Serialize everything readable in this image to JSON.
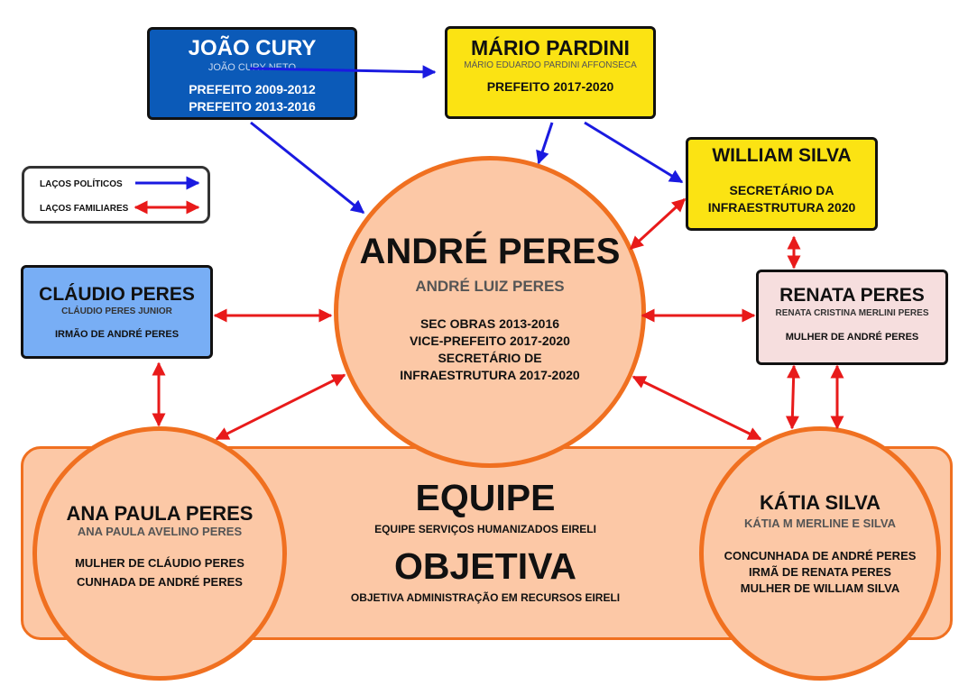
{
  "legend": {
    "political_label": "LAÇOS POLÍTICOS",
    "family_label": "LAÇOS FAMILIARES"
  },
  "colors": {
    "political_arrow": "#1a1ae0",
    "family_arrow": "#e81a1a",
    "joao_box": "#0b5ab8",
    "mario_box": "#fbe313",
    "william_box": "#fbe313",
    "claudio_box": "#78aef5",
    "renata_box": "#f6dede",
    "circle_fill": "#fcc8a6",
    "circle_border": "#f07020"
  },
  "nodes": {
    "joao": {
      "name": "JOÃO CURY",
      "full_name": "JOÃO CURY NETO",
      "roles": [
        "PREFEITO 2009-2012",
        "PREFEITO 2013-2016"
      ]
    },
    "mario": {
      "name": "MÁRIO PARDINI",
      "full_name": "MÁRIO EDUARDO PARDINI AFFONSECA",
      "roles": [
        "PREFEITO 2017-2020"
      ]
    },
    "william": {
      "name": "WILLIAM SILVA",
      "roles": [
        "SECRETÁRIO DA",
        "INFRAESTRUTURA 2020"
      ]
    },
    "claudio": {
      "name": "CLÁUDIO PERES",
      "full_name": "CLÁUDIO PERES JUNIOR",
      "roles": [
        "IRMÃO DE ANDRÉ PERES"
      ]
    },
    "renata": {
      "name": "RENATA PERES",
      "full_name": "RENATA CRISTINA MERLINI PERES",
      "roles": [
        "MULHER DE ANDRÉ PERES"
      ]
    },
    "andre": {
      "name": "ANDRÉ PERES",
      "full_name": "ANDRÉ LUIZ PERES",
      "roles": [
        "SEC OBRAS 2013-2016",
        "VICE-PREFEITO 2017-2020",
        "SECRETÁRIO DE",
        "INFRAESTRUTURA 2017-2020"
      ]
    },
    "ana": {
      "name": "ANA PAULA PERES",
      "full_name": "ANA PAULA AVELINO PERES",
      "roles": [
        "MULHER DE CLÁUDIO PERES",
        "CUNHADA DE ANDRÉ PERES"
      ]
    },
    "katia": {
      "name": "KÁTIA SILVA",
      "full_name": "KÁTIA M MERLINE E SILVA",
      "roles": [
        "CONCUNHADA DE ANDRÉ PERES",
        "IRMÃ DE RENATA PERES",
        "MULHER DE WILLIAM SILVA"
      ]
    }
  },
  "companies": {
    "equipe": {
      "name": "EQUIPE",
      "full_name": "EQUIPE SERVIÇOS HUMANIZADOS EIRELI"
    },
    "objetiva": {
      "name": "OBJETIVA",
      "full_name": "OBJETIVA ADMINISTRAÇÃO EM RECURSOS EIRELI"
    }
  },
  "links": [
    {
      "from": "joao",
      "to": "mario",
      "type": "political"
    },
    {
      "from": "joao",
      "to": "andre",
      "type": "political"
    },
    {
      "from": "mario",
      "to": "andre",
      "type": "political"
    },
    {
      "from": "mario",
      "to": "william",
      "type": "political"
    },
    {
      "from": "andre",
      "to": "william",
      "type": "family"
    },
    {
      "from": "andre",
      "to": "claudio",
      "type": "family"
    },
    {
      "from": "andre",
      "to": "renata",
      "type": "family"
    },
    {
      "from": "andre",
      "to": "ana",
      "type": "family"
    },
    {
      "from": "andre",
      "to": "katia",
      "type": "family"
    },
    {
      "from": "claudio",
      "to": "ana",
      "type": "family"
    },
    {
      "from": "renata",
      "to": "william",
      "type": "family"
    },
    {
      "from": "renata",
      "to": "katia",
      "type": "family"
    },
    {
      "from": "renata",
      "to": "katia",
      "type": "family"
    }
  ]
}
